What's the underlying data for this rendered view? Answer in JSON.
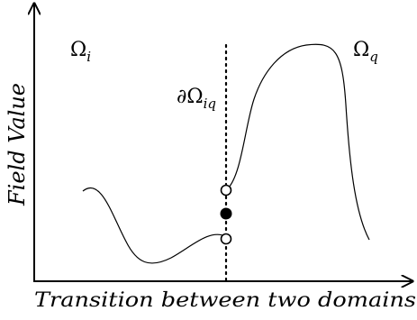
{
  "diagram": {
    "region_left": {
      "symbol": "Ω",
      "subscript": "i"
    },
    "region_right": {
      "symbol": "Ω",
      "subscript": "q"
    },
    "interface": {
      "prefix": "∂Ω",
      "subscript": "iq"
    },
    "y_axis_label": "Field Value",
    "x_axis_label": "Transition between two domains",
    "markers": [
      "open-circle-upper",
      "filled-circle-middle",
      "open-circle-lower"
    ]
  },
  "colors": {
    "ink": "#000000",
    "background": "#ffffff"
  }
}
